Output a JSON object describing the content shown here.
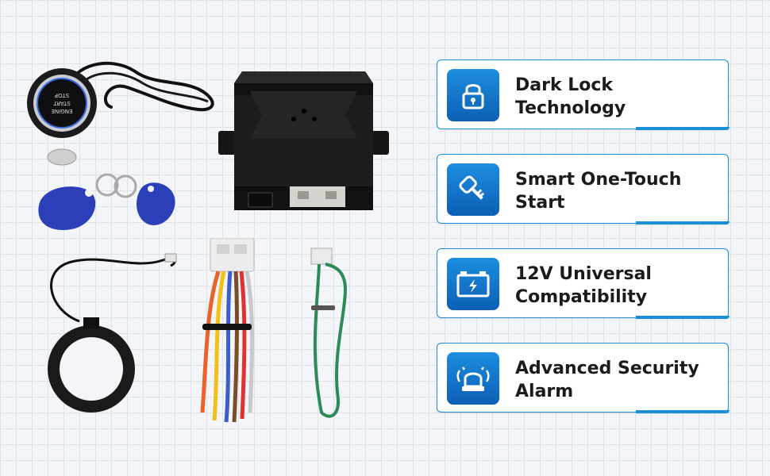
{
  "features": [
    {
      "line1": "Dark Lock",
      "line2": "Technology",
      "icon": "padlock-icon"
    },
    {
      "line1": "Smart One-Touch",
      "line2": "Start",
      "icon": "key-icon"
    },
    {
      "line1": "12V Universal",
      "line2": "Compatibility",
      "icon": "battery-icon"
    },
    {
      "line1": "Advanced Security",
      "line2": "Alarm",
      "icon": "siren-icon"
    }
  ],
  "button_text": {
    "line1": "ENGINE",
    "line2": "START",
    "line3": "STOP"
  },
  "colors": {
    "accent": "#1a8fd8",
    "tile_top": "#1d8ee0",
    "tile_bottom": "#0b5fb4",
    "text": "#1b1b1b"
  }
}
